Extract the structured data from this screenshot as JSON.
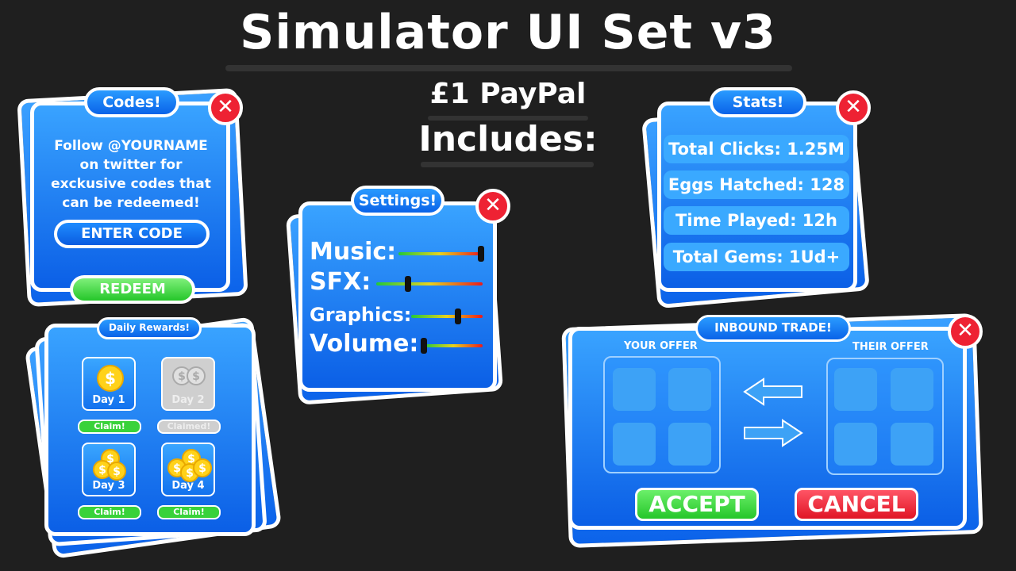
{
  "header": {
    "title": "Simulator UI Set v3",
    "price": "£1 PayPal",
    "includes": "Includes:"
  },
  "codes_panel": {
    "title": "Codes!",
    "message": "Follow @YOURNAME on twitter for exckusive codes that can be redeemed!",
    "enter_code_label": "ENTER CODE",
    "redeem_label": "REDEEM",
    "close_glyph": "✕"
  },
  "settings_panel": {
    "title": "Settings!",
    "close_glyph": "✕",
    "rows": [
      {
        "label": "Music:",
        "level": 1.0
      },
      {
        "label": "SFX:",
        "level": 0.3
      },
      {
        "label": "Graphics:",
        "level": 0.65
      },
      {
        "label": "Volume:",
        "level": 0.0
      }
    ]
  },
  "stats_panel": {
    "title": "Stats!",
    "close_glyph": "✕",
    "rows": [
      "Total Clicks: 1.25M",
      "Eggs Hatched: 128",
      "Time Played: 12h",
      "Total Gems: 1Ud+"
    ]
  },
  "daily_rewards": {
    "title": "Daily Rewards!",
    "days": [
      {
        "label": "Day 1",
        "claim_label": "Claim!",
        "claimed": false
      },
      {
        "label": "Day 2",
        "claim_label": "Claimed!",
        "claimed": true
      },
      {
        "label": "Day 3",
        "claim_label": "Claim!",
        "claimed": false
      },
      {
        "label": "Day 4",
        "claim_label": "Claim!",
        "claimed": false
      }
    ],
    "coin_glyph": "$"
  },
  "trade_panel": {
    "title": "INBOUND TRADE!",
    "close_glyph": "✕",
    "your_offer_label": "YOUR OFFER",
    "their_offer_label": "THEIR OFFER",
    "accept_label": "ACCEPT",
    "cancel_label": "CANCEL"
  },
  "colors": {
    "background": "#1f1f1f",
    "panel_blue": "#0b5fe6",
    "accept_green": "#3ed43d",
    "cancel_red": "#ee2233",
    "close_red": "#ee2233"
  }
}
